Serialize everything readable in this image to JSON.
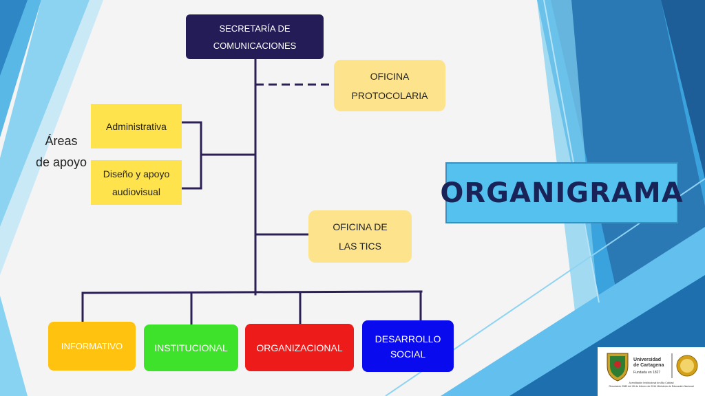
{
  "slide": {
    "title": "ORGANIGRAMA",
    "side_label_line1": "Áreas",
    "side_label_line2": "de apoyo"
  },
  "nodes": {
    "root": {
      "line1": "SECRETARÍA DE",
      "line2": "COMUNICACIONES",
      "color": "#231c56"
    },
    "protocolaria": {
      "line1": "OFICINA",
      "line2": "PROTOCOLARIA",
      "color": "#fde38b"
    },
    "administrativa": {
      "label": "Administrativa",
      "color": "#ffe34c"
    },
    "diseno": {
      "line1": "Diseño y apoyo",
      "line2": "audiovisual",
      "color": "#ffe34c"
    },
    "tics": {
      "line1": "OFICINA DE",
      "line2": "LAS TICS",
      "color": "#fde38b"
    },
    "informativo": {
      "label": "INFORMATIVO",
      "color": "#ffc20e"
    },
    "institucional": {
      "label": "INSTITUCIONAL",
      "color": "#3ee22a"
    },
    "organizacional": {
      "label": "ORGANIZACIONAL",
      "color": "#ee1b1b"
    },
    "desarrollo": {
      "line1": "DESARROLLO",
      "line2": "SOCIAL",
      "color": "#0a0aee"
    }
  },
  "logo": {
    "name_line1": "Universidad",
    "name_line2": "de Cartagena",
    "founded": "Fundada en 1827",
    "footer_line1": "Acreditación Institucional de Alta Calidad",
    "footer_line2": "Resolución 2583 del 26 de febrero de 2014 Ministerio de Educación Nacional"
  },
  "colors": {
    "connector": "#2b1f55",
    "accent_blue": "#55c1ee",
    "title_text": "#1a2358"
  }
}
